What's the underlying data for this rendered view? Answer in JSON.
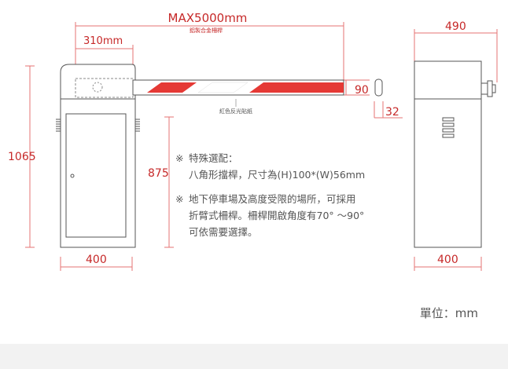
{
  "dimensions": {
    "max_length": "MAX5000mm",
    "arm_material": "鋁製合金柵桿",
    "arm_offset": "310mm",
    "cabinet_height": "1065",
    "door_height": "875",
    "front_width": "400",
    "side_depth": "490",
    "side_width": "400",
    "arm_height": "90",
    "arm_thickness": "32"
  },
  "labels": {
    "reflective_sticker": "紅色反光貼紙",
    "unit": "單位：mm"
  },
  "notes": [
    {
      "mark": "※",
      "line1": "特殊選配：",
      "line2": "八角形擋桿，尺寸為(H)100*(W)56mm"
    },
    {
      "mark": "※",
      "line1": "地下停車場及高度受限的場所，可採用",
      "line2": "折臂式柵桿。柵桿開啟角度有70° ～90°",
      "line3": "可依需要選擇。"
    }
  ],
  "colors": {
    "dimension_text": "#c62828",
    "dimension_line": "#e57373",
    "outline": "#555555",
    "stripe_red": "#e53935"
  }
}
